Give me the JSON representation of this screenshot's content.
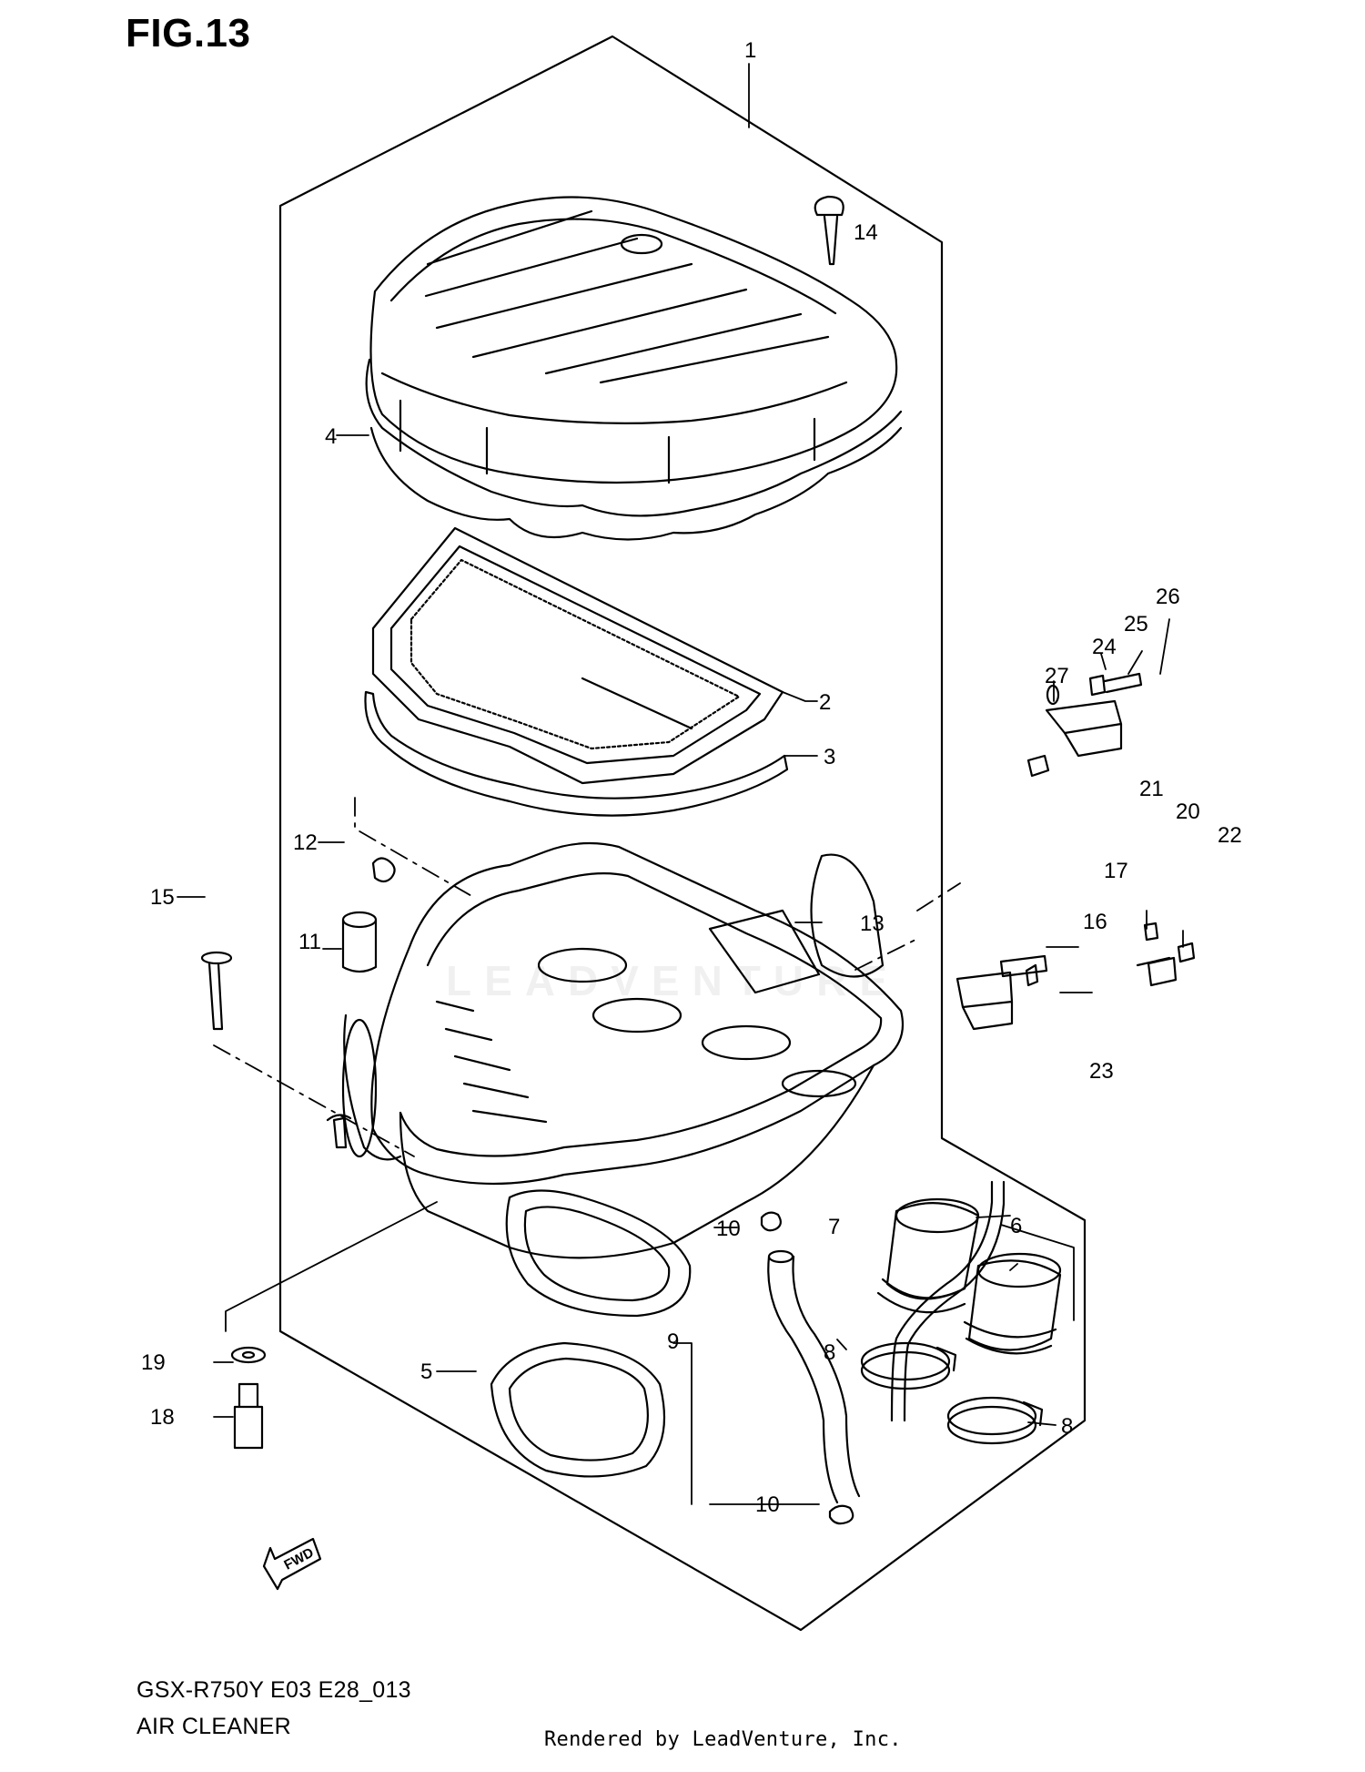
{
  "figure": {
    "title": "FIG.13",
    "model_code": "GSX-R750Y E03 E28_013",
    "name": "AIR CLEANER",
    "credit": "Rendered by LeadVenture, Inc.",
    "watermark": "LEADVENTURE",
    "fwd_label": "FWD"
  },
  "callouts": [
    "1",
    "2",
    "3",
    "4",
    "5",
    "6",
    "7",
    "8",
    "8",
    "9",
    "10",
    "10",
    "11",
    "12",
    "13",
    "14",
    "15",
    "16",
    "17",
    "18",
    "19",
    "20",
    "21",
    "22",
    "23",
    "24",
    "25",
    "26",
    "27"
  ]
}
